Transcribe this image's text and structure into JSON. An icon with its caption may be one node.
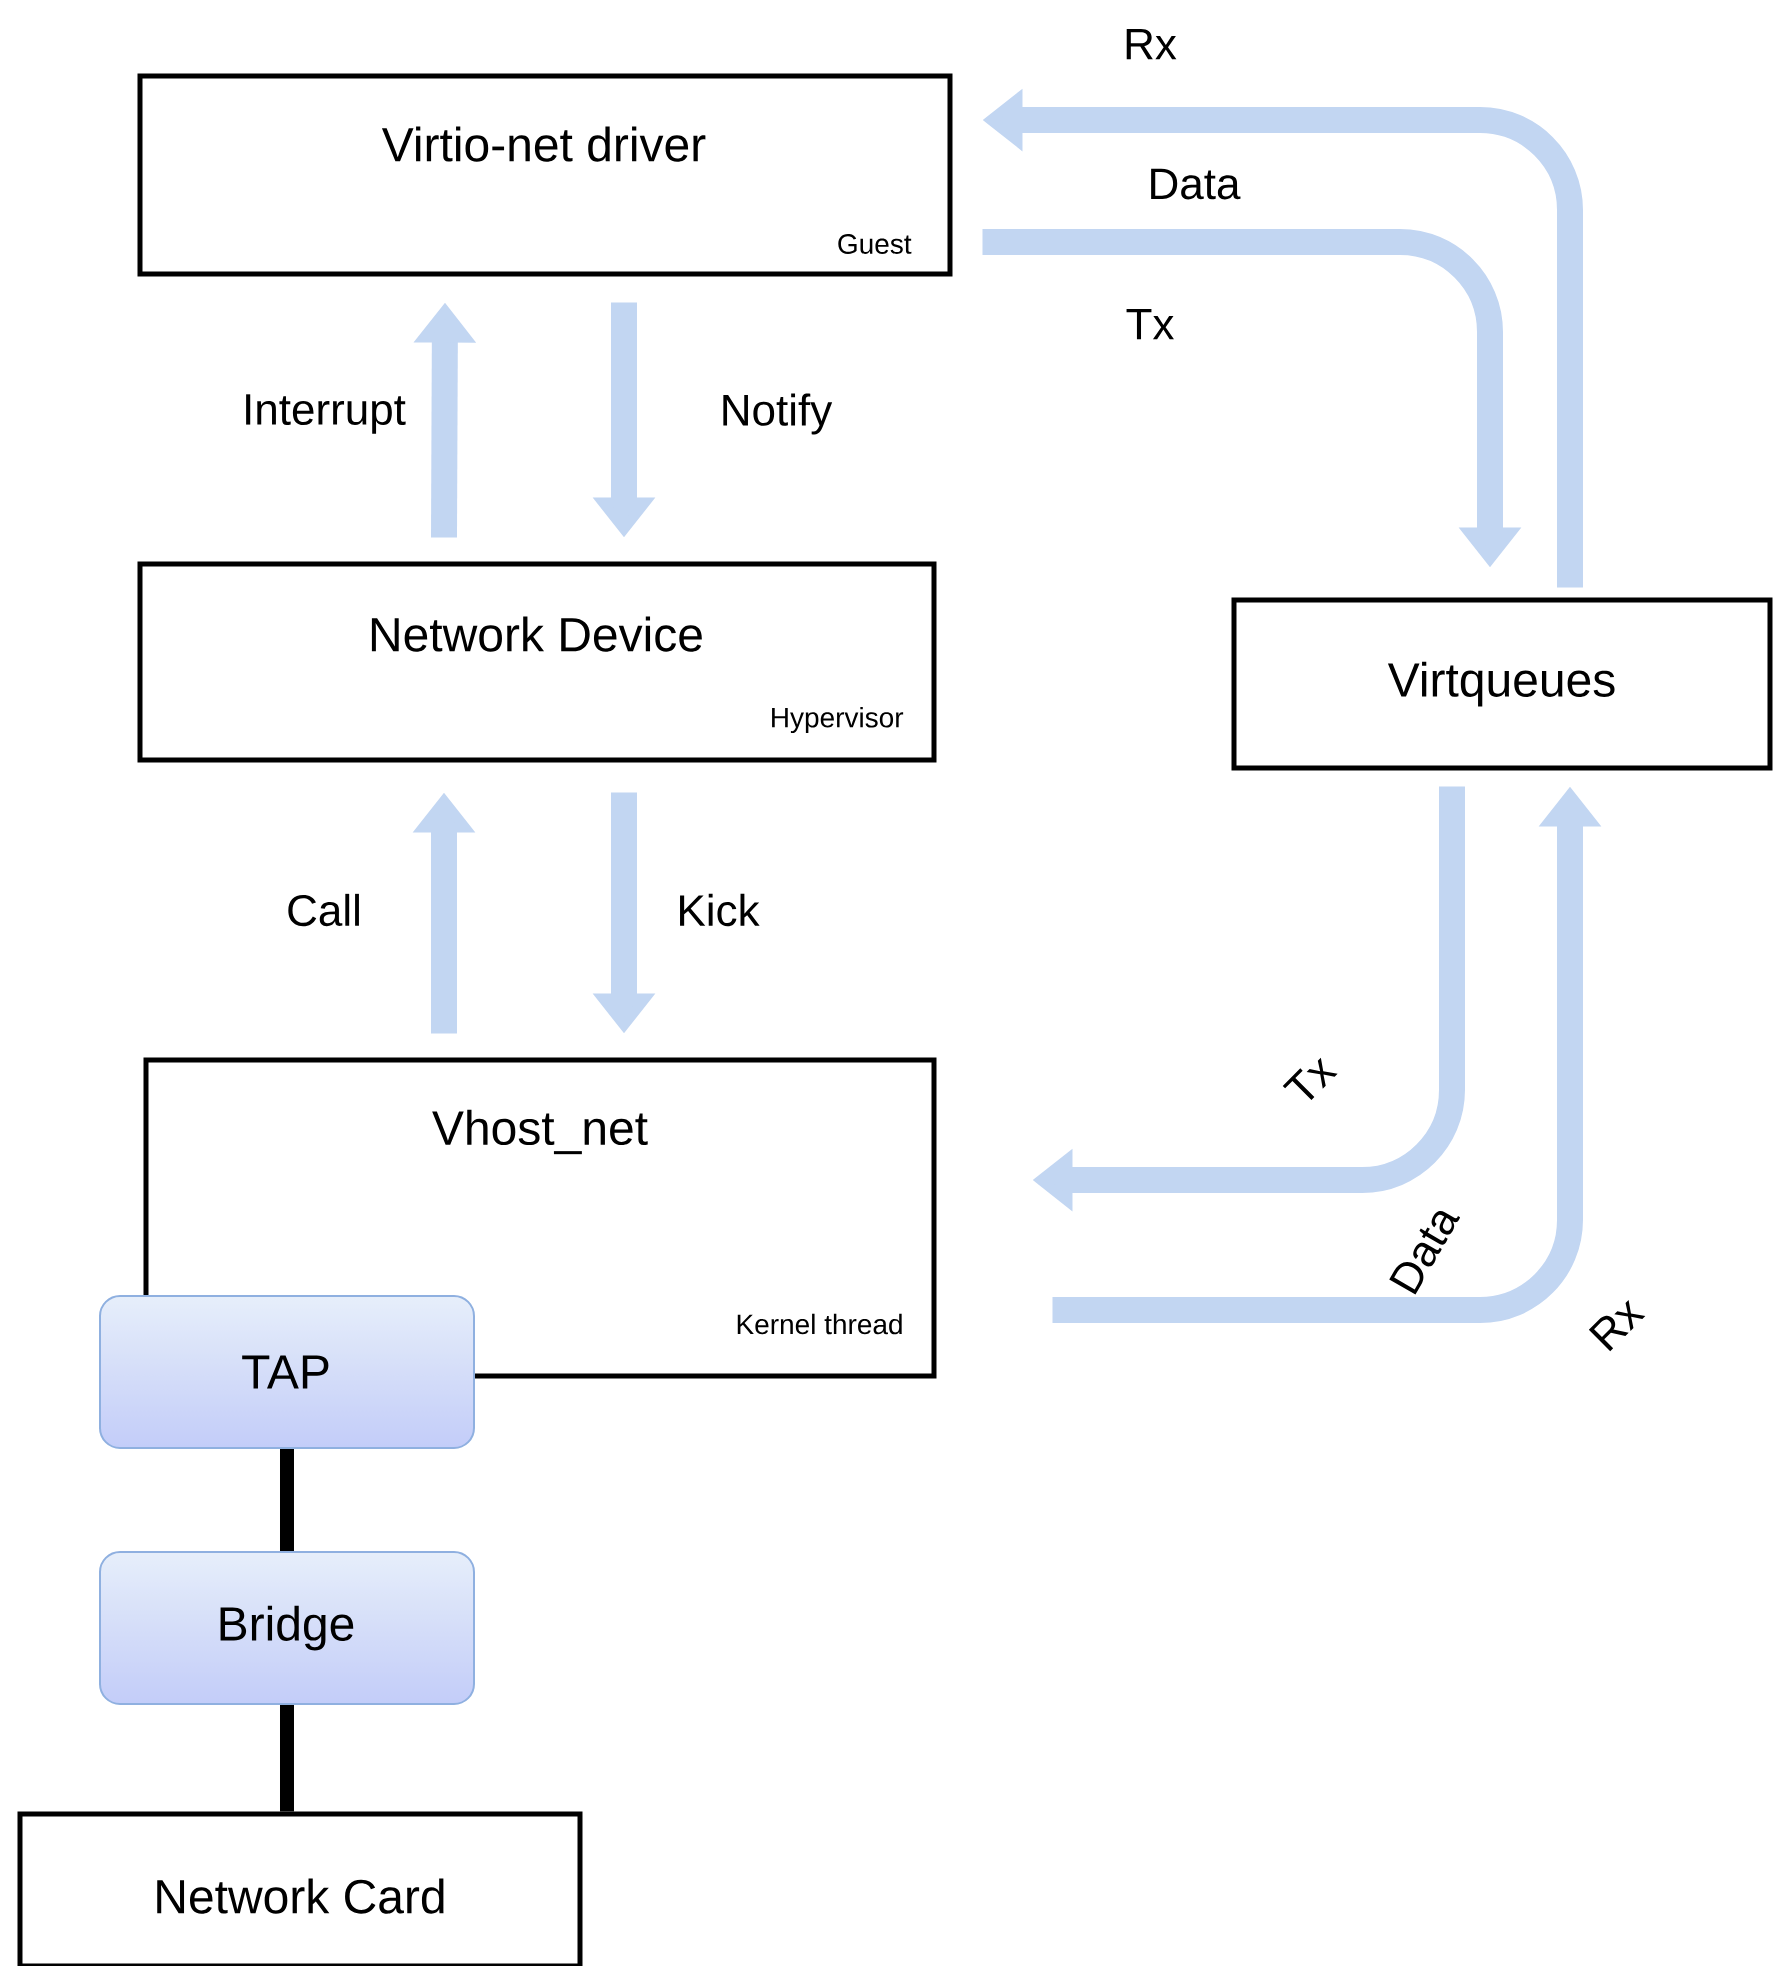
{
  "diagram": {
    "nodes": [
      {
        "text": [
          "Virtio-net driver",
          "Guest"
        ]
      },
      {
        "text": [
          "Network Device",
          "Hypervisor"
        ]
      },
      {
        "text": [
          "Virtqueues"
        ]
      },
      {
        "text": [
          "Vhost_net",
          "Kernel thread"
        ]
      },
      {
        "text": [
          "TAP"
        ]
      },
      {
        "text": [
          "Bridge"
        ]
      },
      {
        "text": [
          "Network Card"
        ]
      }
    ],
    "edges": [
      {
        "from": 1,
        "to": 0,
        "arrow": "to",
        "label": "Interrupt"
      },
      {
        "from": 0,
        "to": 1,
        "arrow": "to",
        "label": "Notify"
      },
      {
        "from": 3,
        "to": 1,
        "arrow": "to",
        "label": "Call"
      },
      {
        "from": 1,
        "to": 3,
        "arrow": "to",
        "label": "Kick"
      },
      {
        "from": 2,
        "to": 0,
        "arrow": "to",
        "label": "Rx"
      },
      {
        "from": 0,
        "to": 2,
        "arrow": "to",
        "label": "Tx"
      },
      {
        "from": 2,
        "to": 3,
        "arrow": "to",
        "label": "Tx"
      },
      {
        "from": 3,
        "to": 2,
        "arrow": "to",
        "label": "Rx"
      },
      {
        "from": 4,
        "to": 5,
        "arrow": "none",
        "color": "#000000"
      },
      {
        "from": 5,
        "to": 6,
        "arrow": "none",
        "color": "#000000"
      }
    ],
    "labels": [
      "Data",
      "Data"
    ]
  }
}
